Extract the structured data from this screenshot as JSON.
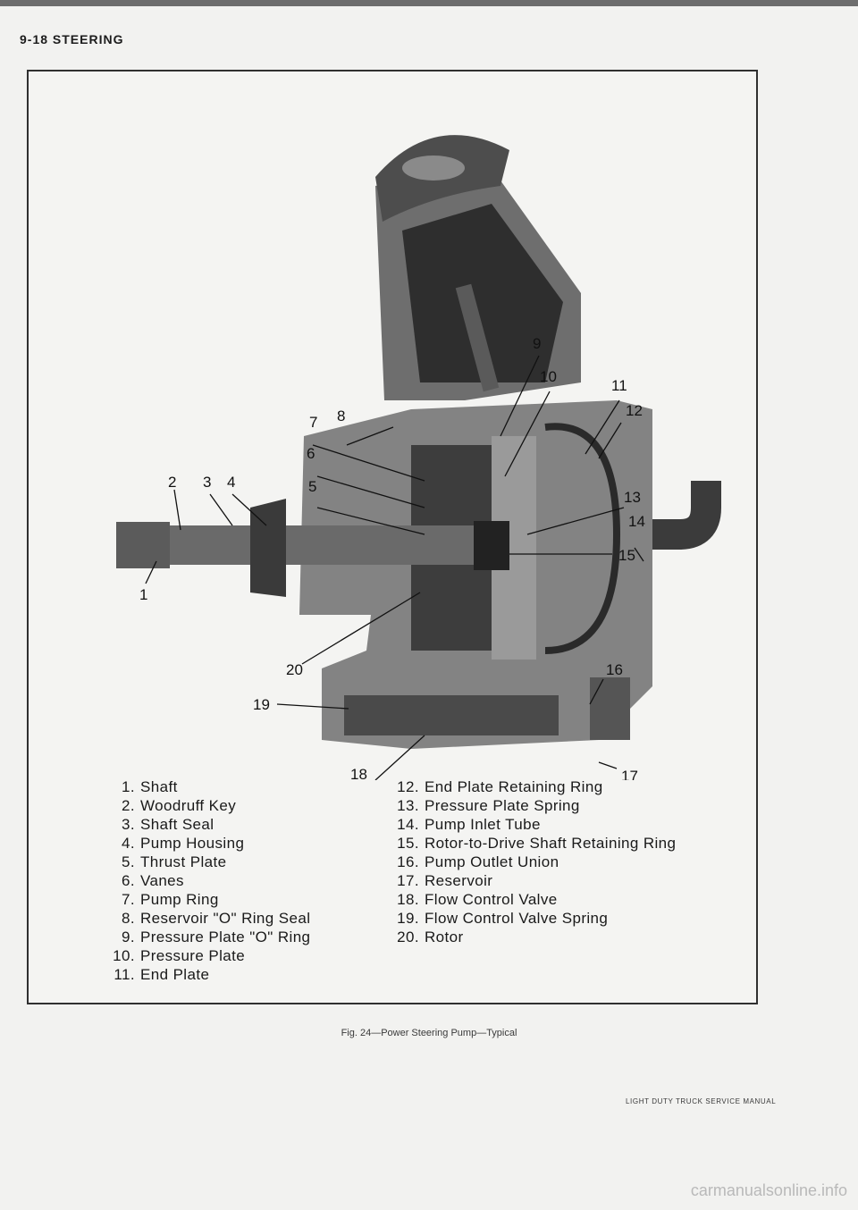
{
  "header": {
    "section_title": "9-18 STEERING"
  },
  "figure": {
    "callouts": [
      "1",
      "2",
      "3",
      "4",
      "5",
      "6",
      "7",
      "8",
      "9",
      "10",
      "11",
      "12",
      "13",
      "14",
      "15",
      "16",
      "17",
      "18",
      "19",
      "20"
    ],
    "legend_left": [
      {
        "num": "1.",
        "label": "Shaft"
      },
      {
        "num": "2.",
        "label": "Woodruff Key"
      },
      {
        "num": "3.",
        "label": "Shaft Seal"
      },
      {
        "num": "4.",
        "label": "Pump Housing"
      },
      {
        "num": "5.",
        "label": "Thrust Plate"
      },
      {
        "num": "6.",
        "label": "Vanes"
      },
      {
        "num": "7.",
        "label": "Pump Ring"
      },
      {
        "num": "8.",
        "label": "Reservoir \"O\" Ring Seal"
      },
      {
        "num": "9.",
        "label": "Pressure Plate \"O\" Ring"
      },
      {
        "num": "10.",
        "label": "Pressure Plate"
      },
      {
        "num": "11.",
        "label": "End Plate"
      }
    ],
    "legend_right": [
      {
        "num": "12.",
        "label": "End Plate Retaining Ring"
      },
      {
        "num": "13.",
        "label": "Pressure Plate Spring"
      },
      {
        "num": "14.",
        "label": "Pump Inlet Tube"
      },
      {
        "num": "15.",
        "label": "Rotor-to-Drive Shaft Retaining Ring"
      },
      {
        "num": "16.",
        "label": "Pump Outlet Union"
      },
      {
        "num": "17.",
        "label": "Reservoir"
      },
      {
        "num": "18.",
        "label": "Flow Control Valve"
      },
      {
        "num": "19.",
        "label": "Flow Control Valve Spring"
      },
      {
        "num": "20.",
        "label": "Rotor"
      }
    ],
    "caption": "Fig. 24—Power Steering Pump—Typical"
  },
  "footer": {
    "manual_title": "LIGHT DUTY TRUCK SERVICE MANUAL"
  },
  "watermark": "carmanualsonline.info"
}
